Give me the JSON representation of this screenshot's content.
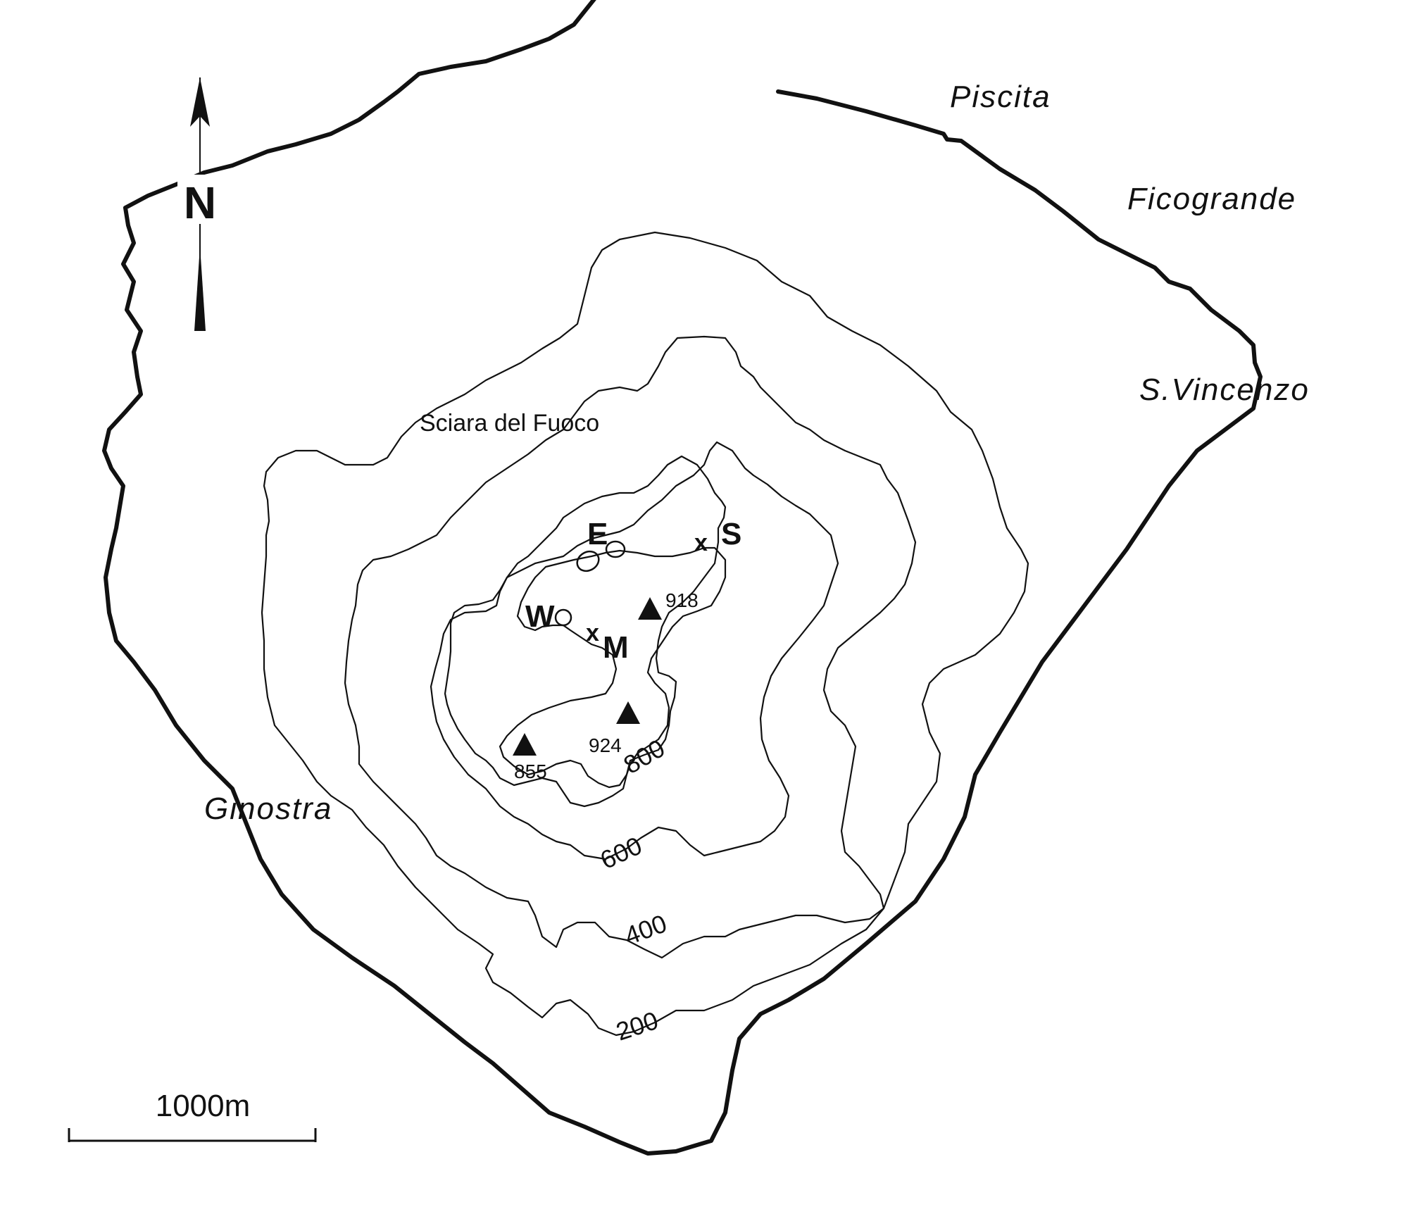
{
  "towns": {
    "piscita": "Piscita",
    "ficogrande": "Ficogrande",
    "s_vincenzo": "S.Vincenzo",
    "ginostra": "Ginostra"
  },
  "places": {
    "sciara": "Sciara del Fuoco"
  },
  "craters": {
    "e": "E",
    "s": "S",
    "w": "W",
    "m": "M",
    "x_mark": "x"
  },
  "peaks": {
    "p918": "918",
    "p924": "924",
    "p855": "855"
  },
  "contour_labels": {
    "c200": "200",
    "c400": "400",
    "c600": "600",
    "c800": "800"
  },
  "north_arrow": {
    "label": "N"
  },
  "scale_bar": {
    "label": "1000m"
  },
  "colors": {
    "ink": "#111111",
    "background": "#ffffff"
  }
}
